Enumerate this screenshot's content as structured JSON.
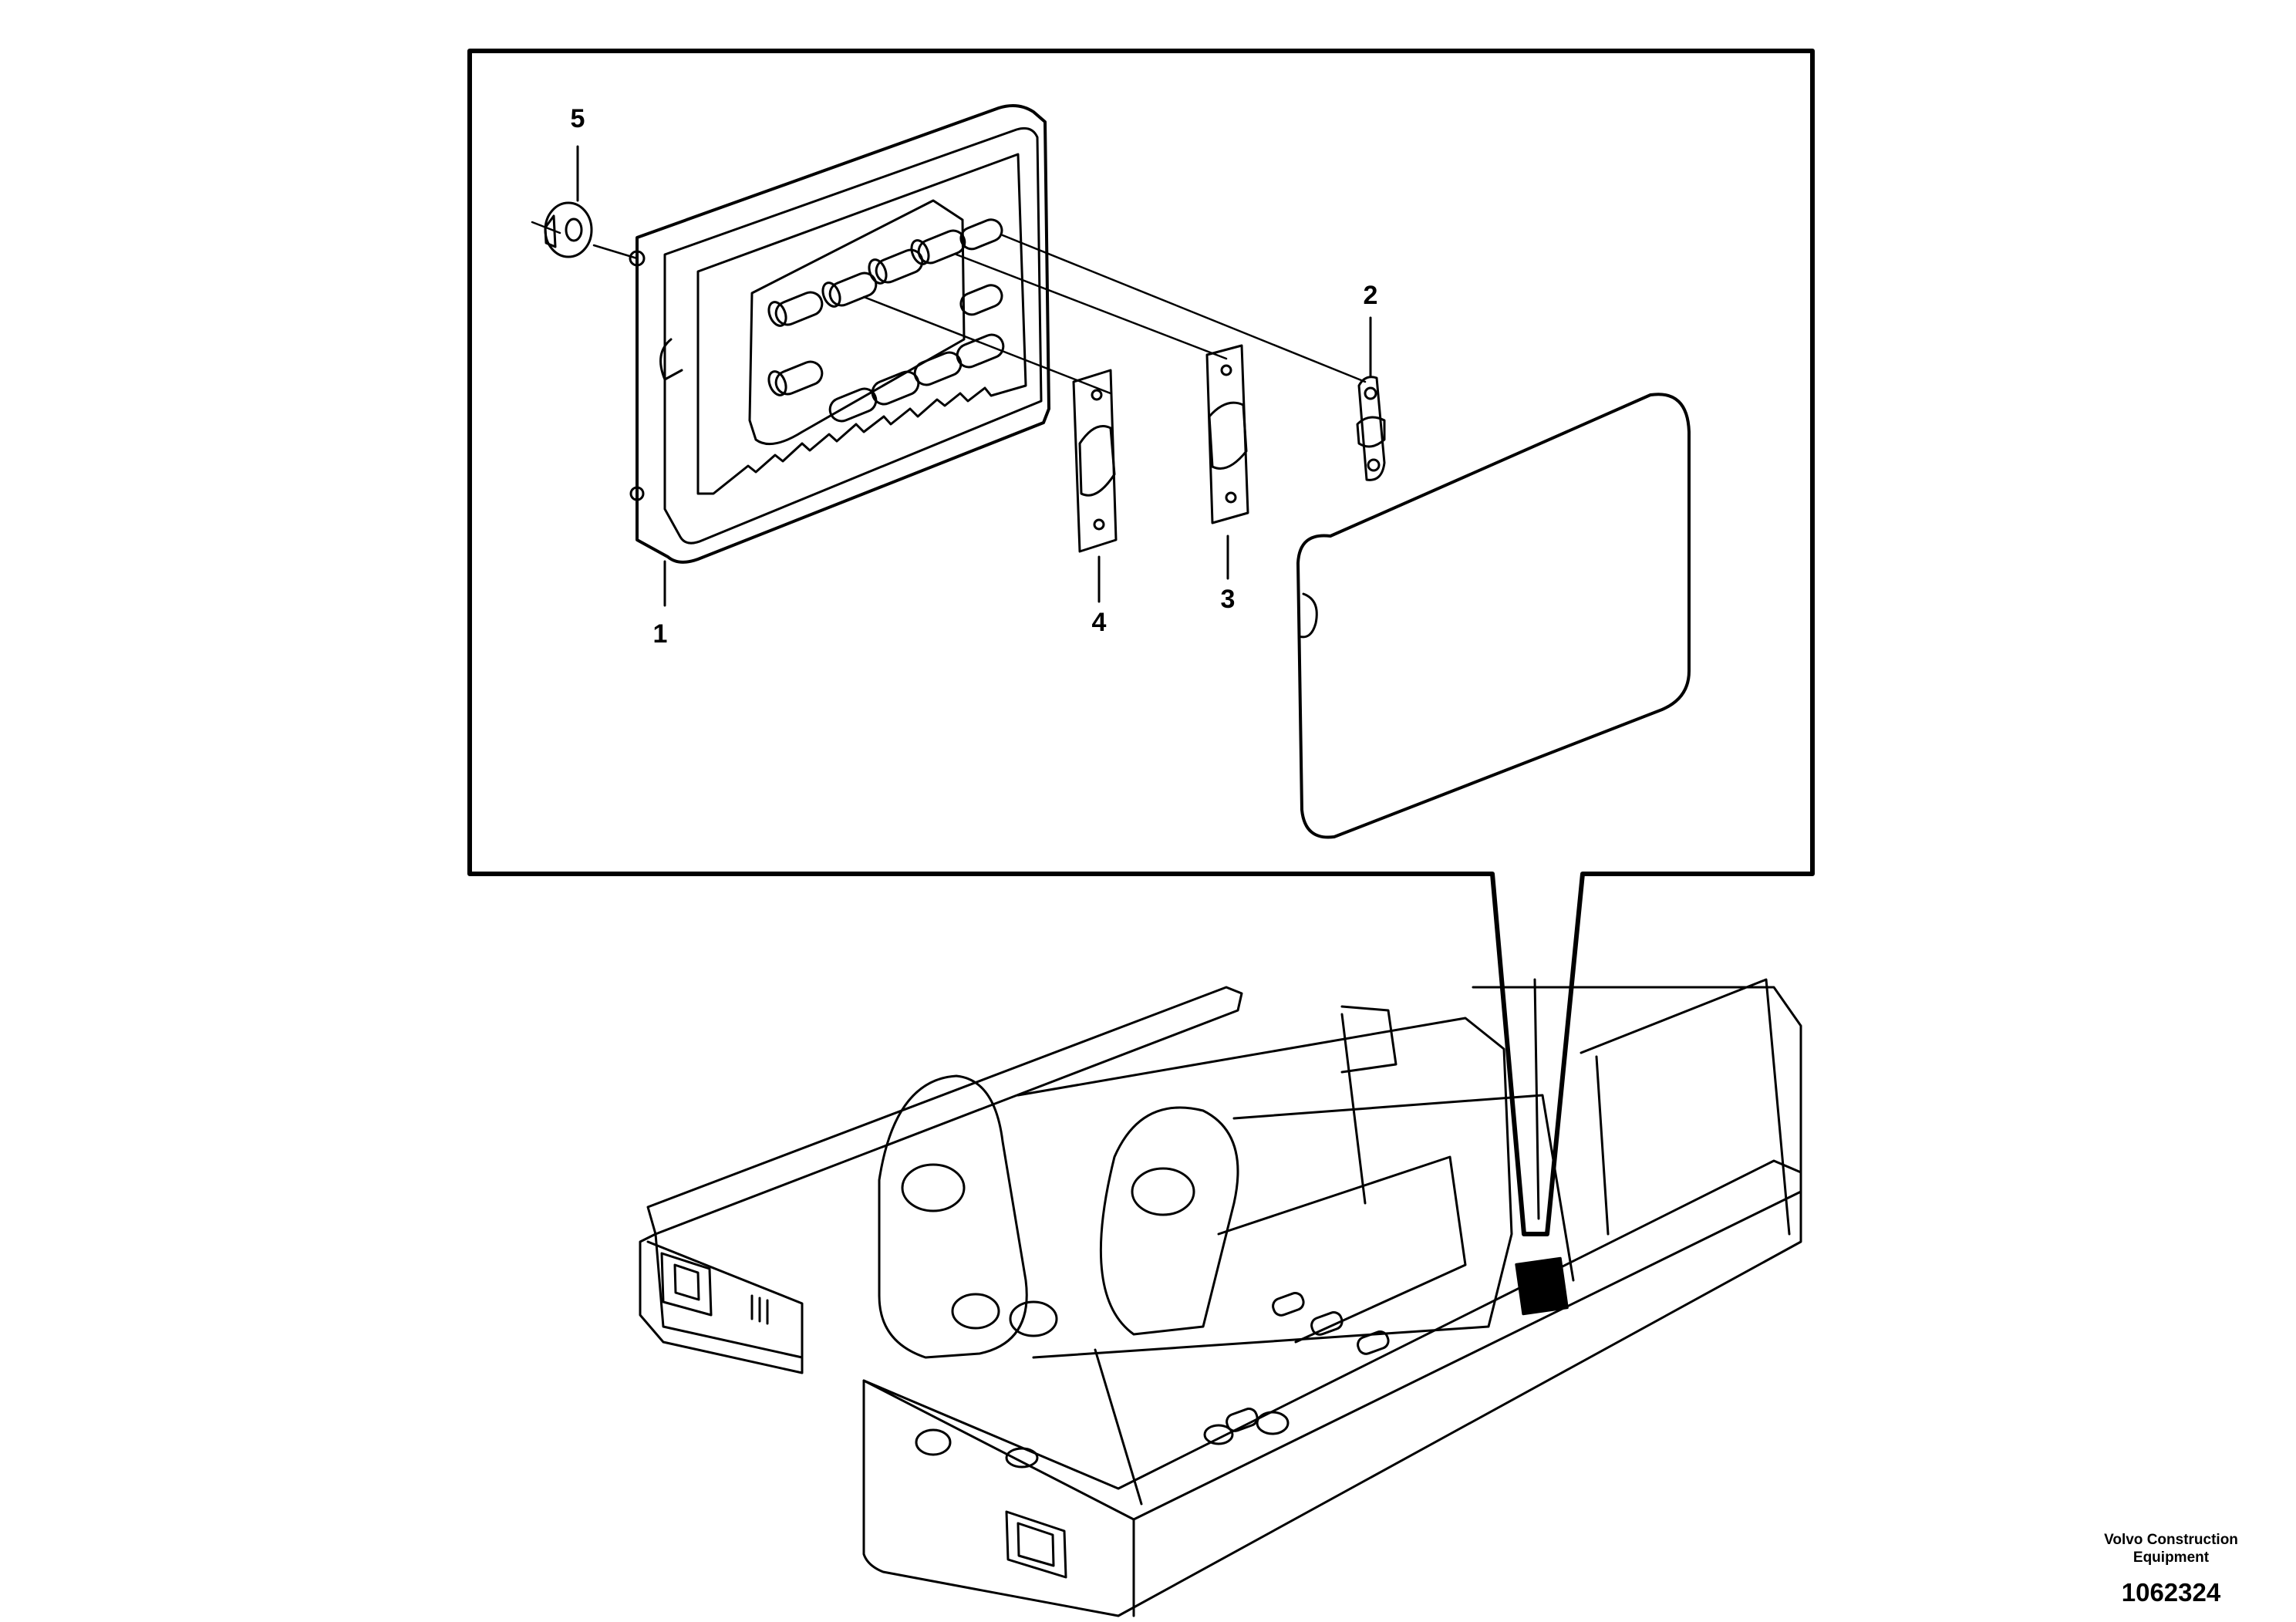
{
  "callouts": {
    "part_1": "1",
    "part_2": "2",
    "part_3": "3",
    "part_4": "4",
    "part_5": "5"
  },
  "manufacturer": {
    "line1": "Volvo Construction",
    "line2": "Equipment"
  },
  "drawing_number": "1062324"
}
